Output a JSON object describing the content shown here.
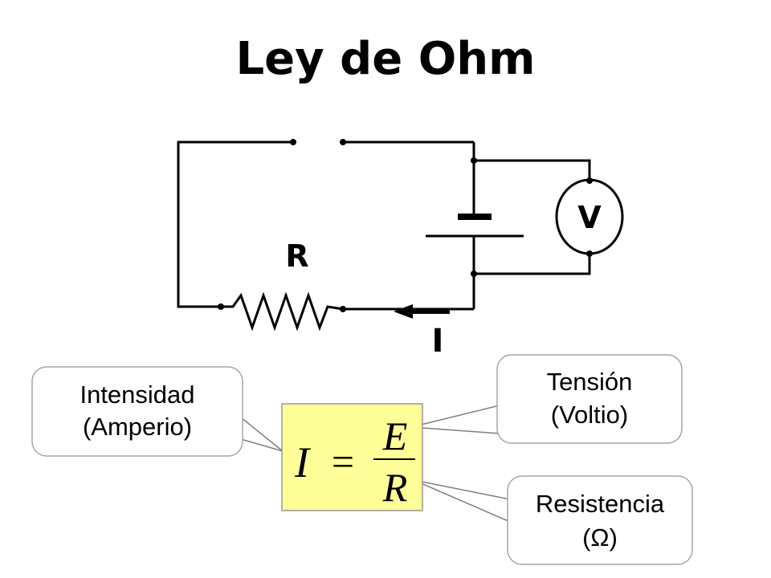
{
  "title": "Ley de Ohm",
  "circuit": {
    "resistor_label": "R",
    "voltmeter_label": "V",
    "current_label": "I"
  },
  "formula": {
    "lhs": "I",
    "equals": "=",
    "numerator": "E",
    "denominator": "R"
  },
  "callouts": {
    "intensidad": {
      "line1": "Intensidad",
      "line2": "(Amperio)"
    },
    "tension": {
      "line1": "Tensión",
      "line2": "(Voltio)"
    },
    "resistencia": {
      "line1": "Resistencia",
      "line2": "(Ω)"
    }
  },
  "colors": {
    "formula_box_fill": "#ffff99",
    "formula_box_stroke": "#999999",
    "wire": "#000000",
    "callout_border": "#a6a6a6"
  }
}
